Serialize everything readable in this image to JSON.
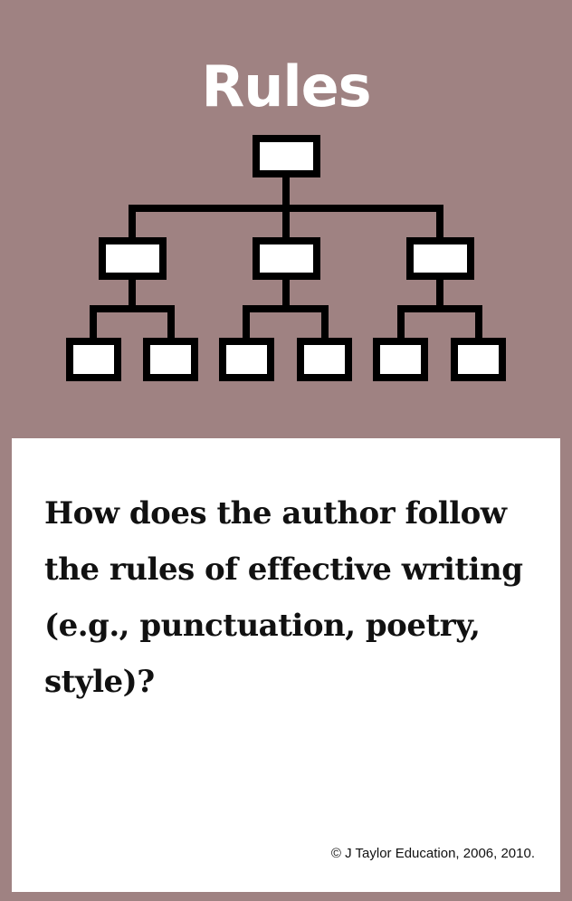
{
  "card": {
    "title": "Rules",
    "diagram_icon": "hierarchy-chart-icon",
    "question": "How does the author follow the rules of effective writing (e.g., punctuation, poetry, style)?",
    "copyright": "© J Taylor Education, 2006, 2010."
  },
  "colors": {
    "background": "#9f8282",
    "panel": "#ffffff",
    "title_text": "#ffffff",
    "ink": "#000000"
  }
}
